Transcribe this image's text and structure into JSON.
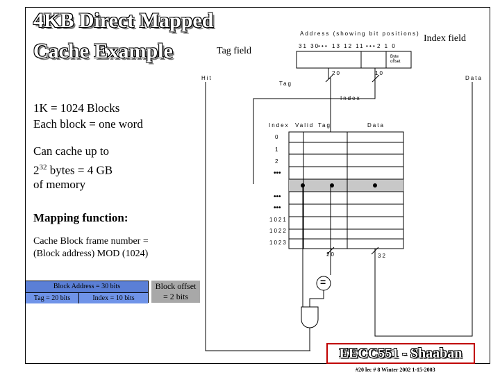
{
  "slide": {
    "title_line1": "4KB Direct Mapped",
    "title_line2": "Cache  Example",
    "blocks_line1": "1K = 1024 Blocks",
    "blocks_line2": "Each block = one word",
    "cache_line1": "Can cache up to",
    "cache_line2_pre": "2",
    "cache_line2_sup": "32",
    "cache_line2_post": " bytes =  4 GB",
    "cache_line3": "of memory",
    "mapping": "Mapping function:",
    "frame_line1": "Cache Block frame number =",
    "frame_line2": "(Block address) MOD (1024)",
    "footer": "EECC551 - Shaaban",
    "footnote": "#20   lec # 8   Winter 2002  1-15-2003"
  },
  "address_breakdown": {
    "block_address": "Block Address  = 30 bits",
    "tag": "Tag  = 20 bits",
    "index": "Index  = 10 bits",
    "offset_line1": "Block offset",
    "offset_line2": "= 2 bits"
  },
  "diagram": {
    "address_caption": "Address (showing bit positions)",
    "bits_left": "31 30",
    "bits_mid": "13 12 11",
    "bits_right": "2 1 0",
    "dots": "• • •",
    "byte_offset_line1": "Byte",
    "byte_offset_line2": "offset",
    "tag_field": "Tag field",
    "index_field": "Index field",
    "width_20": "20",
    "width_10": "10",
    "hit": "Hit",
    "tag": "Tag",
    "data": "Data",
    "index": "Index",
    "col_index": "Index",
    "col_valid": "Valid",
    "col_tag": "Tag",
    "col_data": "Data",
    "rows": [
      "0",
      "1",
      "2",
      "1021",
      "1022",
      "1023"
    ],
    "row_dots": "•••",
    "bus_20": "20",
    "bus_32": "32",
    "comparator": "="
  },
  "colors": {
    "block_address_fill": "#5b7fd6",
    "tag_index_fill": "#6f93e8",
    "offset_fill": "#a8a8a8",
    "highlight_row": "#c8c8c8",
    "footer_border": "#c00000"
  }
}
